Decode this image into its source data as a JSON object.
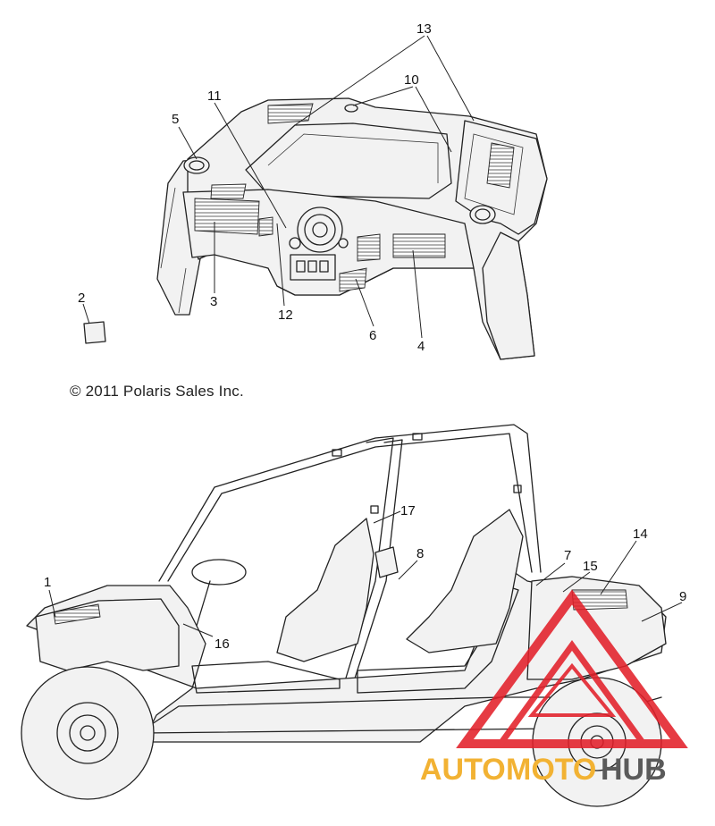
{
  "copyright": "© 2011 Polaris Sales Inc.",
  "watermark": {
    "part1": "AUTO",
    "part2": "MOTO",
    "part3": "HUB",
    "color_primary": "#f2b233",
    "color_secondary": "#5a5a5a",
    "triangle_color": "#e3202a"
  },
  "callouts": {
    "c1": "1",
    "c2": "2",
    "c3": "3",
    "c4": "4",
    "c5": "5",
    "c6": "6",
    "c7": "7",
    "c8": "8",
    "c9": "9",
    "c10": "10",
    "c11": "11",
    "c12": "12",
    "c13": "13",
    "c14": "14",
    "c15": "15",
    "c16": "16",
    "c17": "17"
  }
}
